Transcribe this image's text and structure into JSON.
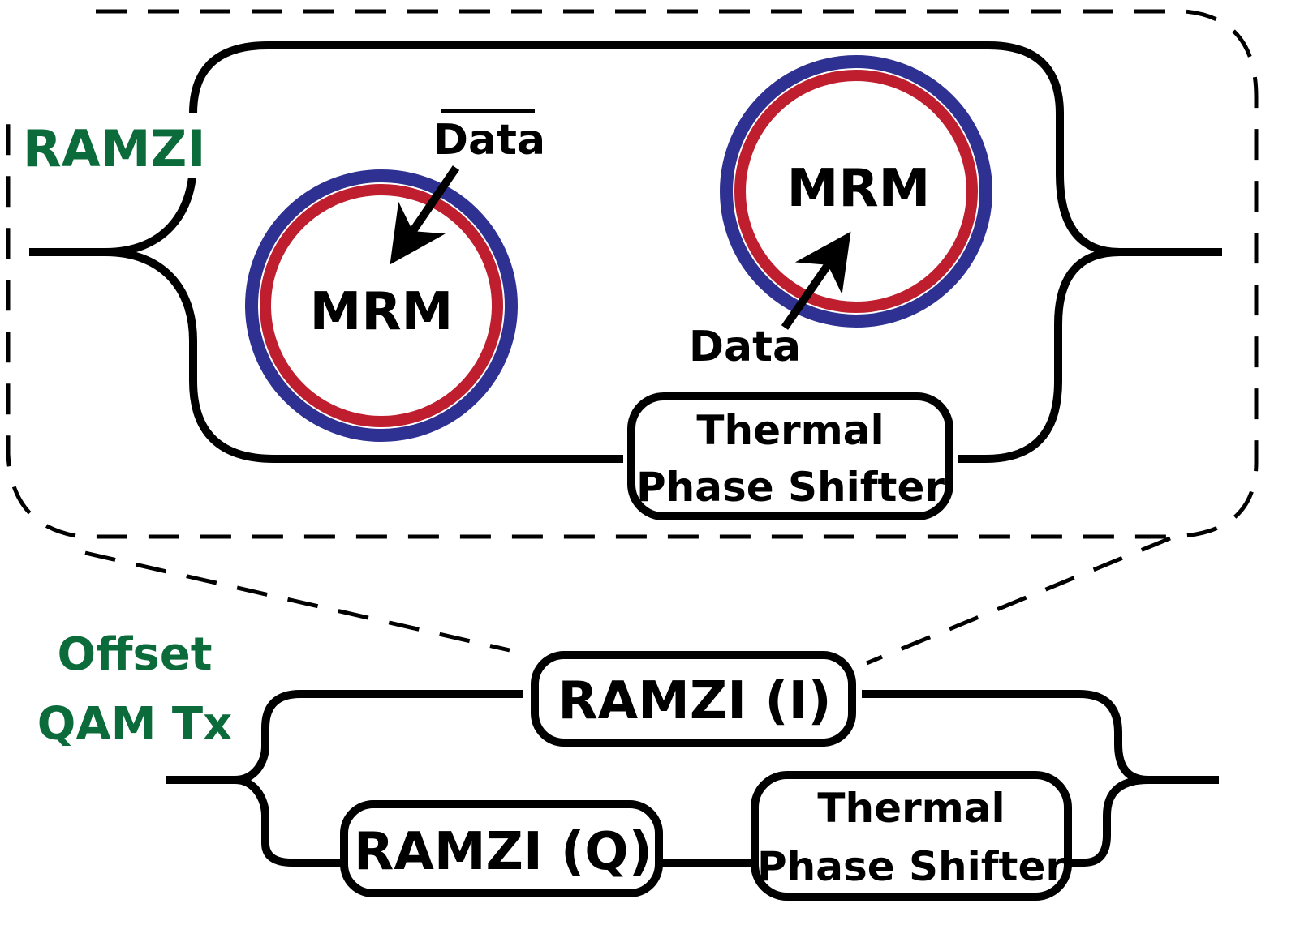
{
  "colors": {
    "label_green": "#0b6b3a",
    "ring_outer": "#2e3192",
    "ring_inner": "#be1e2d",
    "line": "#000000"
  },
  "zoom": {
    "title": "RAMZI",
    "ring_left_label": "MRM",
    "ring_left_input": "Data",
    "ring_left_input_complemented": true,
    "ring_right_label": "MRM",
    "ring_right_input": "Data",
    "phase_shifter_line1": "Thermal",
    "phase_shifter_line2": "Phase Shifter"
  },
  "tx": {
    "title_line1": "Offset",
    "title_line2": "QAM Tx",
    "ramzi_i": "RAMZI (I)",
    "ramzi_q": "RAMZI (Q)",
    "phase_shifter_line1": "Thermal",
    "phase_shifter_line2": "Phase Shifter"
  }
}
